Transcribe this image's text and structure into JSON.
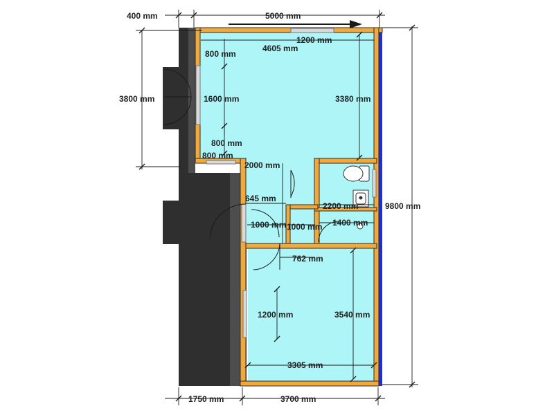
{
  "colors": {
    "room_fill": "#aef5f7",
    "wall": "#f2a93b",
    "wall_edge": "#2b2b2b",
    "dark_block": "#2f2f2f",
    "dark_block_light": "#4d4d4d",
    "exterior_blue": "#1f2fd1",
    "dim_line": "#1a1a1a"
  },
  "dimensions": {
    "top_left_400": "400 mm",
    "top_5000": "5000 mm",
    "top_1200": "1200 mm",
    "top_4605": "4605 mm",
    "left_800_top": "800 mm",
    "left_3800": "3800 mm",
    "mid_1600": "1600 mm",
    "right_3380": "3380 mm",
    "mid_800_lower": "800 mm",
    "small_800": "800 mm",
    "mid_2000": "2000 mm",
    "right_9800": "9800 mm",
    "hall_645": "645 mm",
    "bath_2200": "2200 mm",
    "hall_1000_a": "1000 mm",
    "hall_1000_b": "1000 mm",
    "bath_1400": "1400 mm",
    "hall_762": "762 mm",
    "bed_1200": "1200 mm",
    "bed_3540": "3540 mm",
    "bed_3305": "3305 mm",
    "bottom_1750": "1750 mm",
    "bottom_3700": "3700 mm"
  }
}
